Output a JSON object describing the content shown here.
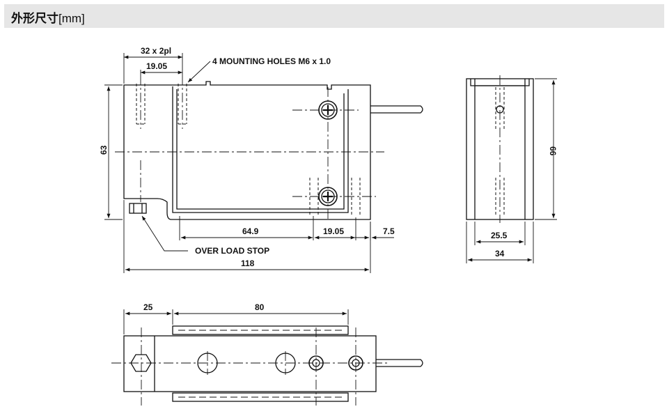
{
  "header": {
    "title": "外形尺寸",
    "unit": "[mm]"
  },
  "front_view": {
    "dims": {
      "top_span": "32 x 2pl",
      "top_inner": "19.05",
      "height": "63",
      "mid": "64.9",
      "right_gap": "19.05",
      "offset": "7.5",
      "total_length": "118"
    },
    "notes": {
      "mounting": "4 MOUNTING HOLES M6 x 1.0",
      "overload": "OVER LOAD STOP"
    }
  },
  "side_view": {
    "dims": {
      "height": "66",
      "inner_width": "25.5",
      "outer_width": "34"
    }
  },
  "top_view": {
    "dims": {
      "left": "25",
      "span": "80"
    }
  },
  "colors": {
    "line": "#111111",
    "header_bg": "#e6e6e6"
  }
}
